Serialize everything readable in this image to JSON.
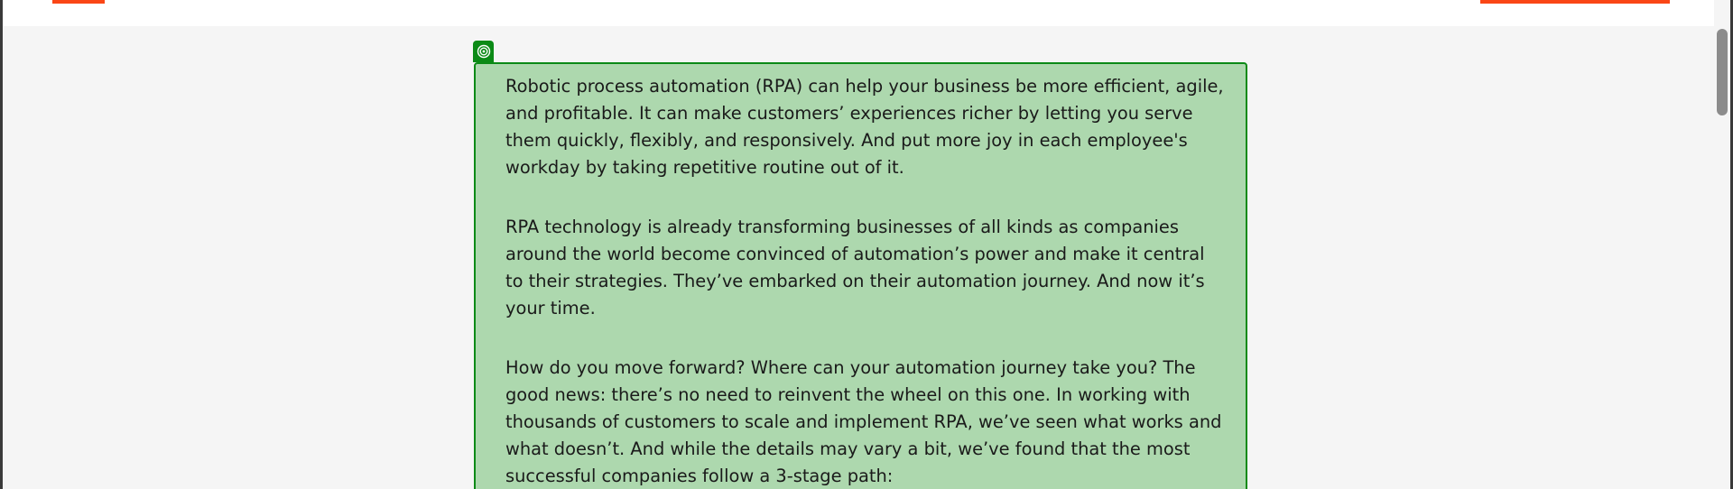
{
  "header": {
    "accent_color": "#fa4616"
  },
  "highlight": {
    "icon": "target-icon",
    "border_color": "#0b8a16",
    "fill_color": "#add8ae",
    "paragraphs": [
      "Robotic process automation (RPA) can help your business be more efficient, agile, and profitable. It can make customers’ experiences richer by letting you serve them quickly, flexibly, and responsively. And put more joy in each employee's workday by taking repetitive routine out of it.",
      "RPA technology is already transforming businesses of all kinds as companies around the world become convinced of automation’s power and make it central to their strategies. They’ve embarked on their automation journey. And now it’s your time.",
      "How do you move forward? Where can your automation journey take you? The good news: there’s no need to reinvent the wheel on this one. In working with thousands of customers to scale and implement RPA, we’ve seen what works and what doesn’t. And while the details may vary a bit, we’ve found that the most successful companies follow a 3-stage path:"
    ]
  }
}
